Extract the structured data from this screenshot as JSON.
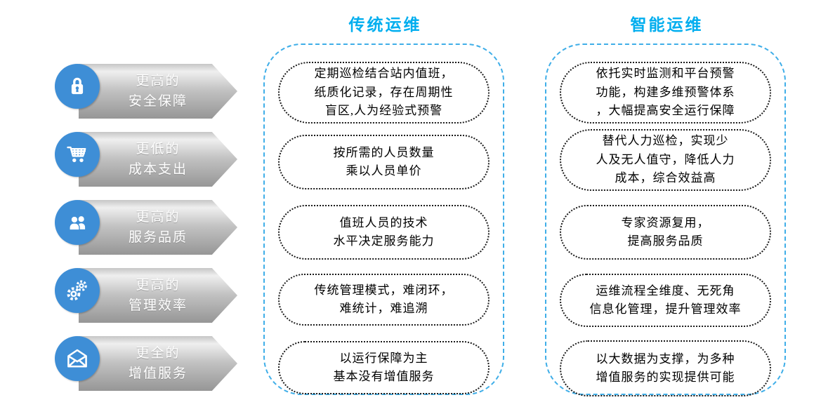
{
  "categories": [
    {
      "icon": "lock-icon",
      "label": "更高的\n安全保障"
    },
    {
      "icon": "cart-icon",
      "label": "更低的\n成本支出"
    },
    {
      "icon": "users-icon",
      "label": "更高的\n服务品质"
    },
    {
      "icon": "gears-icon",
      "label": "更高的\n管理效率"
    },
    {
      "icon": "envelope-icon",
      "label": "更全的\n增值服务"
    }
  ],
  "traditional": {
    "title": "传统运维",
    "boxes": [
      "定期巡检结合站内值班，\n纸质化记录，存在周期性\n盲区,人为经验式预警",
      "按所需的人员数量\n乘以人员单价",
      "值班人员的技术\n水平决定服务能力",
      "传统管理模式，难闭环，\n难统计，难追溯",
      "以运行保障为主\n基本没有增值服务"
    ]
  },
  "smart": {
    "title": "智能运维",
    "boxes": [
      "依托实时监测和平台预警\n功能，构建多维预警体系\n，大幅提高安全运行保障",
      "替代人力巡检，实现少\n人及无人值守，降低人力\n成本，综合效益高",
      "专家资源复用，\n提高服务品质",
      "运维流程全维度、无死角\n信息化管理，提升管理效率",
      "以大数据为支撑，为多种\n增值服务的实现提供可能"
    ]
  },
  "colors": {
    "title_blue": "#00AEEF",
    "container_dash_blue": "#3FAEE8",
    "icon_circle_blue": "#3E8ED6",
    "banner_gray": "#A8A8A8",
    "box_border": "#1A1A1A"
  }
}
